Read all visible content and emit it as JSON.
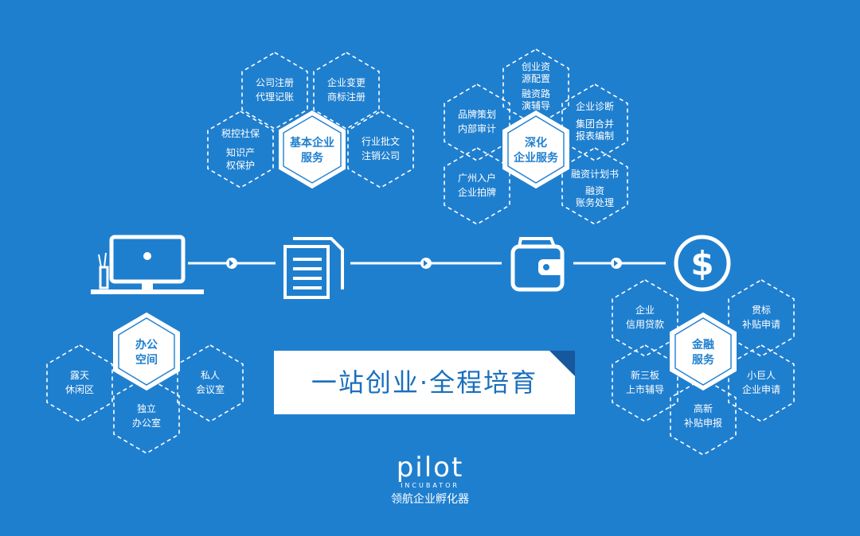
{
  "clusters": {
    "basic": {
      "center": [
        "基本企业",
        "服务"
      ],
      "items": [
        [
          "公司注册",
          "代理记账"
        ],
        [
          "企业变更",
          "商标注册"
        ],
        [
          "税控社保",
          "",
          "知识产",
          "权保护"
        ],
        [
          "行业批文",
          "注销公司"
        ]
      ]
    },
    "deep": {
      "center": [
        "深化",
        "企业服务"
      ],
      "items": [
        [
          "创业资",
          "源配置"
        ],
        [
          "融资路",
          "演辅导"
        ],
        [
          "品牌策划",
          "内部审计"
        ],
        [
          "企业诊断",
          "集团合并",
          "报表编制"
        ],
        [
          "广州入户",
          "企业拍牌"
        ],
        [
          "融资计划书",
          "融资",
          "账务处理"
        ]
      ]
    },
    "office": {
      "center": [
        "办公",
        "空间"
      ],
      "items": [
        [
          "露天",
          "休闲区"
        ],
        [
          "私人",
          "会议室"
        ],
        [
          "独立",
          "办公室"
        ]
      ]
    },
    "finance": {
      "center": [
        "金融",
        "服务"
      ],
      "items": [
        [
          "企业",
          "信用贷款"
        ],
        [
          "贯标",
          "补贴申请"
        ],
        [
          "新三板",
          "上市辅导"
        ],
        [
          "小巨人",
          "企业申请"
        ],
        [
          "高新",
          "补贴申报"
        ]
      ]
    }
  },
  "flow_icons": [
    "computer-icon",
    "documents-icon",
    "wallet-icon",
    "dollar-icon"
  ],
  "slogan": "一站创业·全程培育",
  "logo": {
    "word": "pilot",
    "sub": "INCUBATOR",
    "cn": "领航企业孵化器"
  },
  "colors": {
    "background": "#1f7fcf",
    "foreground": "#ffffff",
    "accent_dark": "#16589b"
  }
}
